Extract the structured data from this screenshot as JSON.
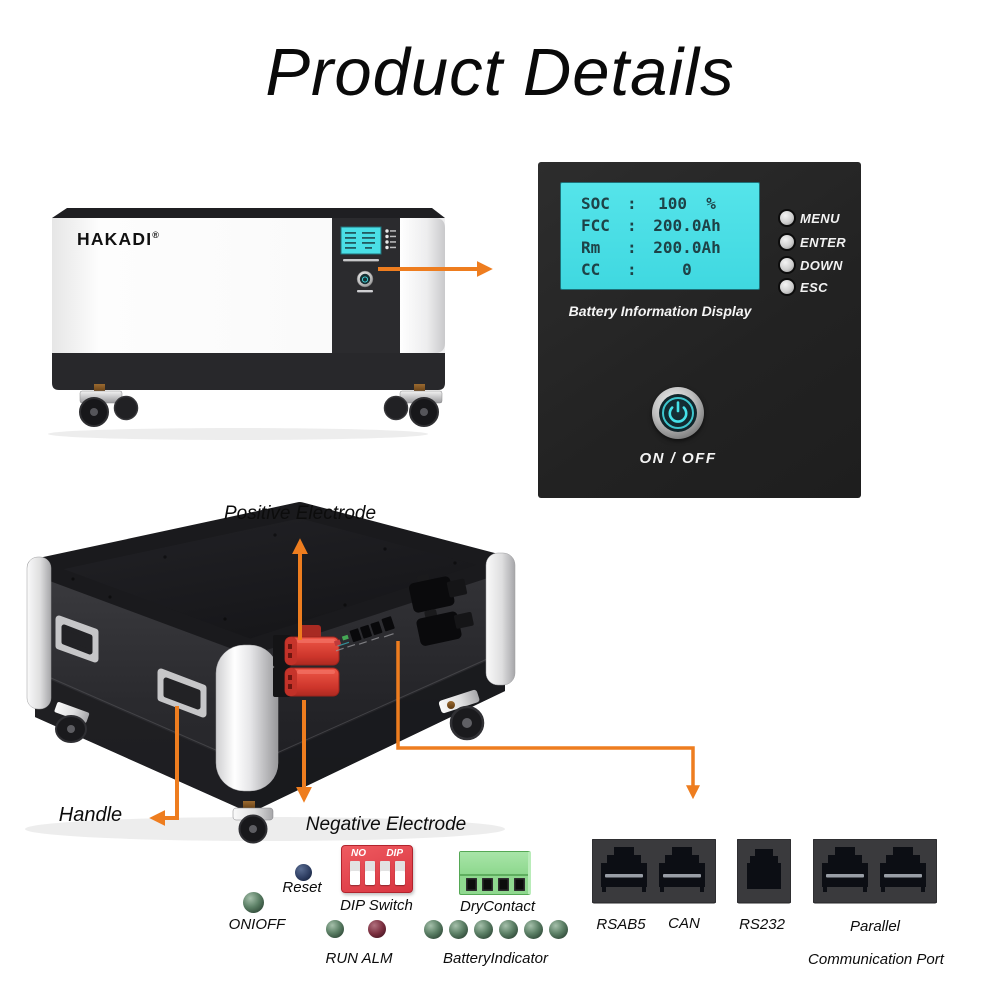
{
  "title": "Product Details",
  "front_unit": {
    "brand": "HAKADI",
    "reg_mark": "®"
  },
  "display_panel": {
    "rows": [
      {
        "label": "SOC",
        "colon": ":",
        "value": "100  %"
      },
      {
        "label": "FCC",
        "colon": ":",
        "value": "200.0Ah"
      },
      {
        "label": "Rm",
        "colon": ":",
        "value": "200.0Ah"
      },
      {
        "label": "CC",
        "colon": ":",
        "value": "0"
      }
    ],
    "menu_buttons": [
      "MENU",
      "ENTER",
      "DOWN",
      "ESC"
    ],
    "caption": "Battery Information Display",
    "power_label": "ON / OFF"
  },
  "unit_3d_labels": {
    "positive": "Positive Electrode",
    "handle": "Handle",
    "negative": "Negative Electrode"
  },
  "components": {
    "reset": "Reset",
    "power": "ONIOFF",
    "dip_switch": "DIP Switch",
    "dip_no": "NO",
    "dip_dip": "DIP",
    "dry_contact": "DryContact",
    "run_alm": "RUN ALM",
    "battery_indicator": "BatteryIndicator"
  },
  "ports": {
    "p1": "RSAB5",
    "p2": "CAN",
    "p3": "RS232",
    "p4_line1": "Parallel",
    "p4_line2": "Communication Port"
  },
  "colors": {
    "arrow_orange": "#EE7D1F",
    "screen_cyan": "#4BDFE6",
    "panel_dark": "#262626",
    "dip_red": "#E8454D",
    "contact_green": "#93DC93",
    "power_glow_cyan": "#45E2EA"
  }
}
